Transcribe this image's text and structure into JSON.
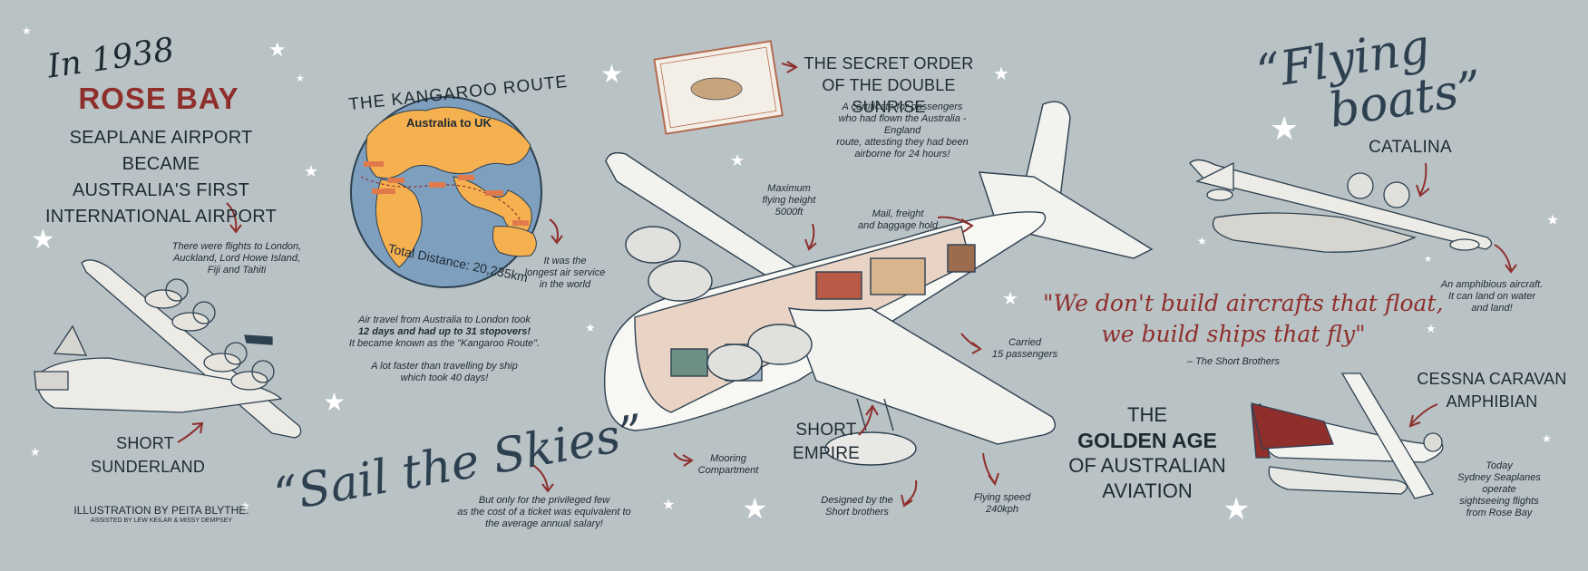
{
  "colors": {
    "background": "#b9c2c5",
    "navy": "#2d4050",
    "red": "#8e2f2c",
    "ink": "#1e2a33",
    "globe_ocean": "#7f9fbf",
    "globe_land": "#f5b04f"
  },
  "intro": {
    "prefix": "In 1938",
    "place": "ROSE BAY",
    "lines": [
      "SEAPLANE AIRPORT BECAME",
      "AUSTRALIA'S FIRST",
      "INTERNATIONAL AIRPORT"
    ]
  },
  "flights_note": [
    "There were flights to London,",
    "Auckland, Lord Howe Island,",
    "Fiji and Tahiti"
  ],
  "sunderland": {
    "line1": "SHORT",
    "line2": "SUNDERLAND"
  },
  "credits": {
    "line1": "ILLUSTRATION BY PEITA BLYTHE.",
    "line2": "ASSISTED BY LEW KEILAR & MISSY DEMPSEY"
  },
  "route": {
    "title": "THE KANGAROO ROUTE",
    "inner_label": "Australia to UK",
    "total": "Total Distance: 20,235km"
  },
  "longest_note": [
    "It was the",
    "longest air service",
    "in the world"
  ],
  "travel_note": {
    "line1": "Air travel from Australia to London took",
    "line2": "12 days and had up to 31 stopovers!",
    "line3": "It became known as the \"Kangaroo Route\".",
    "line4": "A lot faster than travelling by ship",
    "line5": "which took 40 days!"
  },
  "sail": {
    "title": "“Sail the Skies”",
    "note": [
      "But only for the privileged few",
      "as the cost of a ticket was equivalent to",
      "the average annual salary!"
    ]
  },
  "secret": {
    "title1": "THE SECRET ORDER",
    "title2": "OF THE DOUBLE SUNRISE",
    "note": [
      "A certificate for passengers",
      "who had flown the Australia - England",
      "route, attesting they had been",
      "airborne for 24 hours!"
    ]
  },
  "annotations": {
    "max_height": [
      "Maximum",
      "flying height",
      "5000ft"
    ],
    "mail": [
      "Mail, freight",
      "and baggage hold"
    ],
    "carried": [
      "Carried",
      "15 passengers"
    ],
    "mooring": [
      "Mooring",
      "Compartment"
    ],
    "short_empire": [
      "SHORT",
      "EMPIRE"
    ],
    "designed": [
      "Designed by the",
      "Short brothers"
    ],
    "speed": [
      "Flying speed",
      "240kph"
    ]
  },
  "flying_boats": {
    "line1": "“Flying",
    "line2": "boats”"
  },
  "catalina": {
    "label": "CATALINA",
    "note": [
      "An amphibious aircraft.",
      "It can land on water",
      "and land!"
    ]
  },
  "quote": {
    "line1": "\"We don't build aircrafts that float,",
    "line2": "we build ships that fly\"",
    "attribution": "– The Short Brothers"
  },
  "golden": {
    "line1": "THE",
    "line2": "GOLDEN AGE",
    "line3": "OF AUSTRALIAN",
    "line4": "AVIATION"
  },
  "cessna": {
    "line1": "CESSNA CARAVAN",
    "line2": "AMPHIBIAN",
    "note": [
      "Today",
      "Sydney Seaplanes",
      "operate",
      "sightseeing flights",
      "from Rose Bay"
    ]
  }
}
